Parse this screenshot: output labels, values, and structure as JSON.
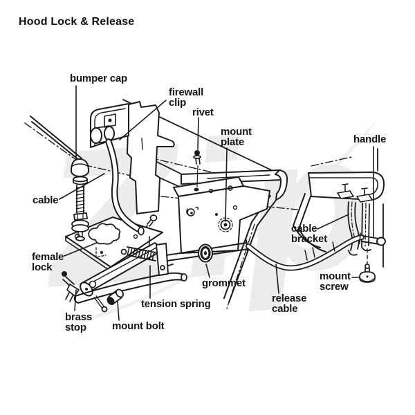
{
  "title": "Hood Lock & Release",
  "watermark": {
    "text": "Zip"
  },
  "labels": {
    "bumper_cap": {
      "lines": [
        "bumper cap"
      ]
    },
    "firewall_clip": {
      "lines": [
        "firewall",
        "clip"
      ]
    },
    "rivet": {
      "lines": [
        "rivet"
      ]
    },
    "mount_plate": {
      "lines": [
        "mount",
        "plate"
      ]
    },
    "handle": {
      "lines": [
        "handle"
      ]
    },
    "cable": {
      "lines": [
        "cable"
      ]
    },
    "cable_bracket": {
      "lines": [
        "cable",
        "bracket"
      ]
    },
    "female_lock": {
      "lines": [
        "female",
        "lock"
      ]
    },
    "grommet": {
      "lines": [
        "grommet"
      ]
    },
    "mount_screw": {
      "lines": [
        "mount",
        "screw"
      ]
    },
    "release_cable": {
      "lines": [
        "release",
        "cable"
      ]
    },
    "brass_stop": {
      "lines": [
        "brass",
        "stop"
      ]
    },
    "mount_bolt": {
      "lines": [
        "mount bolt"
      ]
    },
    "tension_spring": {
      "lines": [
        "tension spring"
      ]
    }
  },
  "colors": {
    "line": "#1b1b1b",
    "label_text": "#141414",
    "watermark": "#ececec",
    "watermark_swoosh": "#f1f1f1",
    "background": "#ffffff"
  }
}
